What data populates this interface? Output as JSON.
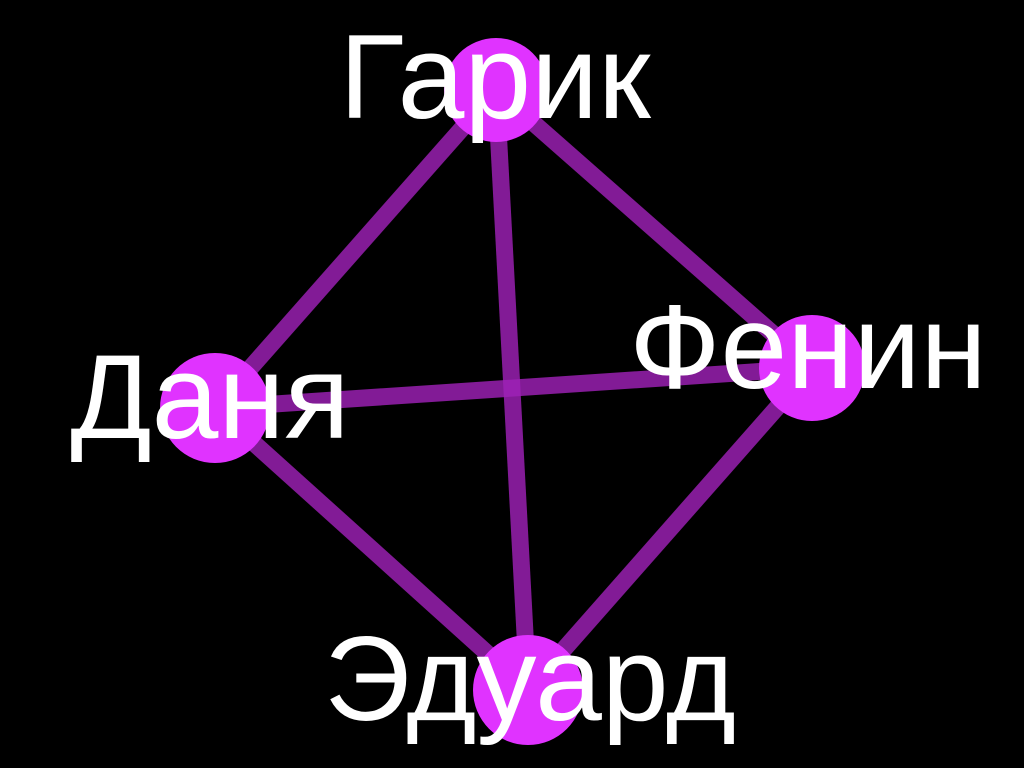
{
  "diagram": {
    "type": "graph",
    "colors": {
      "background": "#000000",
      "edge": "#9f22b8",
      "node": "#e033ff",
      "label": "#ffffff"
    },
    "nodes": [
      {
        "id": "garik",
        "label": "Гарик"
      },
      {
        "id": "danya",
        "label": "Даня"
      },
      {
        "id": "fenin",
        "label": "Фенин"
      },
      {
        "id": "eduard",
        "label": "Эдуард"
      }
    ],
    "edges": [
      {
        "from": "garik",
        "to": "danya"
      },
      {
        "from": "garik",
        "to": "fenin"
      },
      {
        "from": "garik",
        "to": "eduard"
      },
      {
        "from": "danya",
        "to": "fenin"
      },
      {
        "from": "danya",
        "to": "eduard"
      },
      {
        "from": "fenin",
        "to": "eduard"
      }
    ]
  }
}
